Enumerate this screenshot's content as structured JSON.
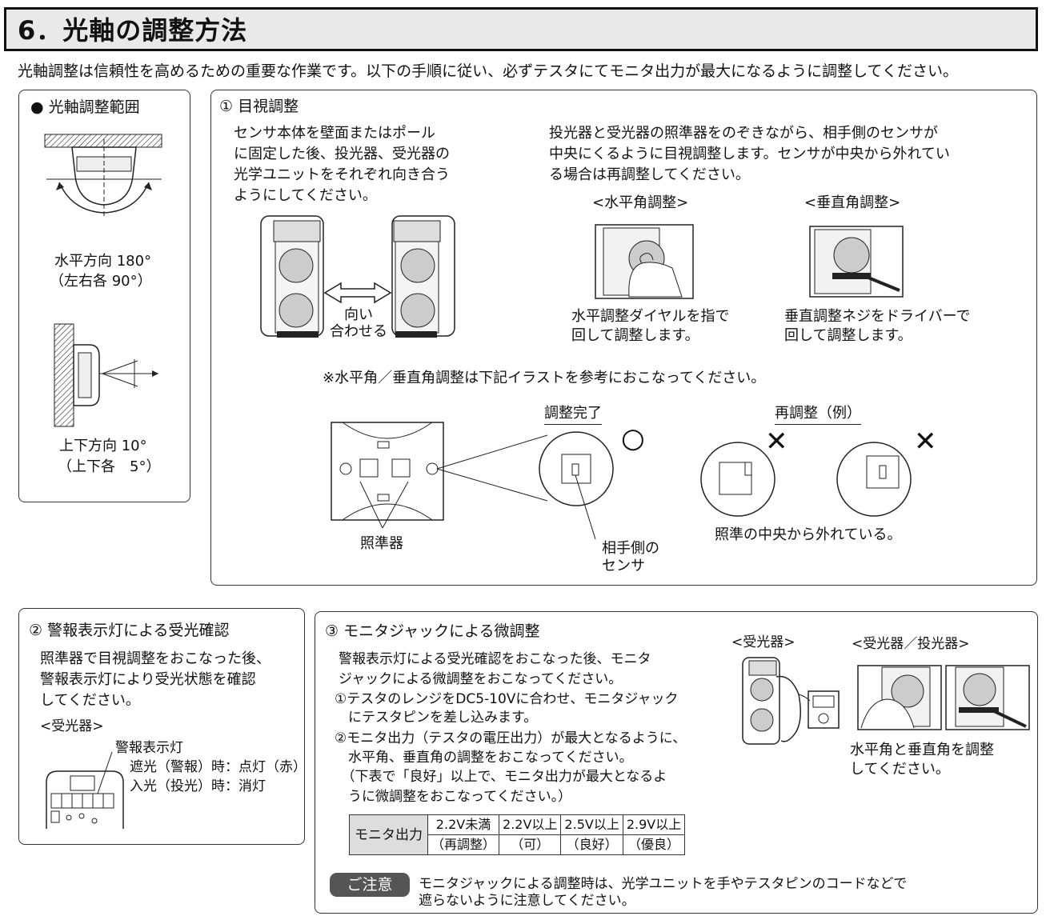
{
  "title": "6．光軸の調整方法",
  "intro": "光軸調整は信頼性を高めるための重要な作業です。以下の手順に従い、必ずテスタにてモニタ出力が最大になるように調整してください。",
  "range_panel": {
    "heading": "● 光軸調整範囲",
    "horizontal_line1": "水平方向 180°",
    "horizontal_line2": "（左右各 90°）",
    "vertical_line1": "上下方向 10°",
    "vertical_line2": "（上下各　5°）"
  },
  "visual_panel": {
    "heading": "① 目視調整",
    "left_text": [
      "センサ本体を壁面またはポール",
      "に固定した後、投光器、受光器の",
      "光学ユニットをそれぞれ向き合う",
      "ようにしてください。"
    ],
    "arrow_label": [
      "向い",
      "合わせる"
    ],
    "right_text": [
      "投光器と受光器の照準器をのぞきながら、相手側のセンサが",
      "中央にくるように目視調整します。センサが中央から外れてい",
      "る場合は再調整してください。"
    ],
    "horiz_caption": "<水平角調整>",
    "vert_caption": "<垂直角調整>",
    "horiz_desc": [
      "水平調整ダイヤルを指で",
      "回して調整します。"
    ],
    "vert_desc": [
      "垂直調整ネジをドライバーで",
      "回して調整します。"
    ],
    "note": "※水平角／垂直角調整は下記イラストを参考におこなってください。",
    "complete_label": "調整完了",
    "readjust_label": "再調整（例）",
    "ok_mark": "○",
    "ng_mark": "✕",
    "sight_label": "照準器",
    "partner_label": [
      "相手側の",
      "センサ"
    ],
    "off_center": "照準の中央から外れている。"
  },
  "alarm_panel": {
    "heading": "② 警報表示灯による受光確認",
    "body": [
      "照準器で目視調整をおこなった後、",
      "警報表示灯により受光状態を確認",
      "してください。"
    ],
    "receiver": "<受光器>",
    "lamp": "警報表示灯",
    "state1": "遮光（警報）時：点灯（赤）",
    "state2": "入光（投光）時：消灯"
  },
  "monitor_panel": {
    "heading": "③ モニタジャックによる微調整",
    "body": [
      "警報表示灯による受光確認をおこなった後、モニタ",
      "ジャックによる微調整をおこなってください。"
    ],
    "step1": [
      "①テスタのレンジをDC5-10Vに合わせ、モニタジャック",
      "　にテスタピンを差し込みます。"
    ],
    "step2": [
      "②モニタ出力（テスタの電圧出力）が最大となるように、",
      "　水平角、垂直角の調整をおこなってください。",
      "　（下表で「良好」以上で、モニタ出力が最大となるよ",
      "　うに微調整をおこなってください。）"
    ],
    "receiver": "<受光器>",
    "both": "<受光器／投光器>",
    "adjust": [
      "水平角と垂直角を調整",
      "してください。"
    ],
    "table": {
      "header": "モニタ出力",
      "cols": [
        {
          "v": "2.2V未満",
          "s": "（再調整）"
        },
        {
          "v": "2.2V以上",
          "s": "（可）"
        },
        {
          "v": "2.5V以上",
          "s": "（良好）"
        },
        {
          "v": "2.9V以上",
          "s": "（優良）"
        }
      ]
    },
    "caution_label": "ご注意",
    "caution": [
      "モニタジャックによる調整時は、光学ユニットを手やテスタピンのコードなどで",
      "遮らないように注意してください。"
    ]
  }
}
